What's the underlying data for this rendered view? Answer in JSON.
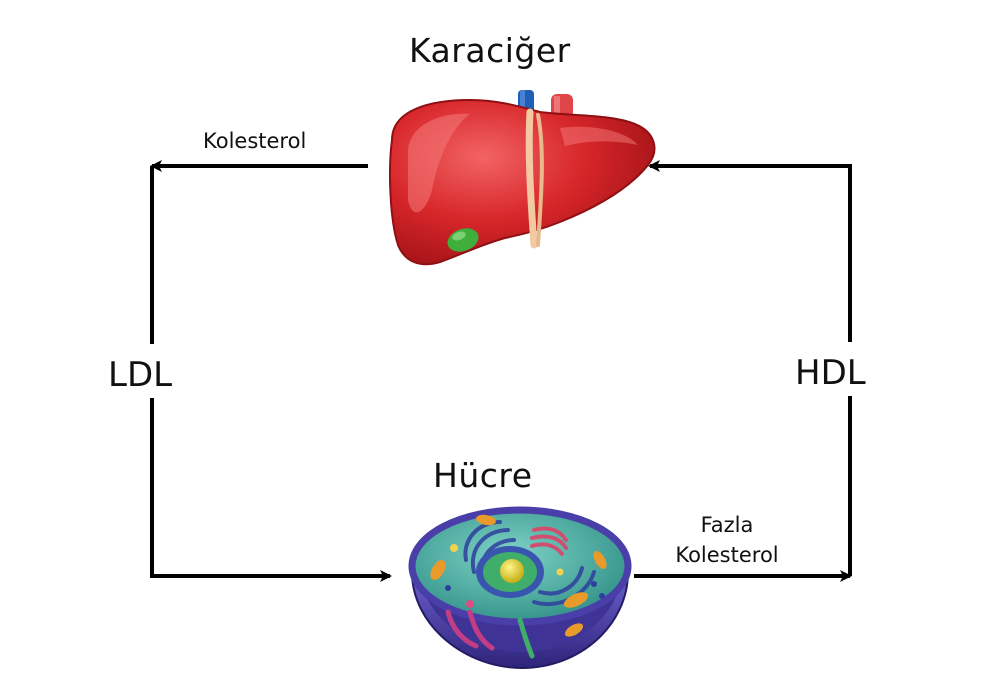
{
  "nodes": {
    "liver": {
      "title": "Karaciğer"
    },
    "cell": {
      "title": "Hücre"
    }
  },
  "pathways": {
    "ldl": {
      "label": "LDL"
    },
    "hdl": {
      "label": "HDL"
    }
  },
  "arrow_labels": {
    "cholesterol": "Kolesterol",
    "excess_line1": "Fazla",
    "excess_line2": "Kolesterol"
  },
  "colors": {
    "liver": "#d7262a",
    "liver_highlight": "#f05a5a",
    "gallbladder": "#3fae3a",
    "vein": "#1f5fb8",
    "artery": "#e0454a",
    "duct": "#f2c9a0",
    "cell_membrane": "#4a3fa8",
    "cell_cytoplasm": "#4fb5a8",
    "nucleus": "#3a55b0",
    "nucleolus": "#e8e040",
    "arrows": "#000000"
  },
  "icons": {
    "liver": "liver-illustration",
    "cell": "animal-cell-illustration"
  }
}
